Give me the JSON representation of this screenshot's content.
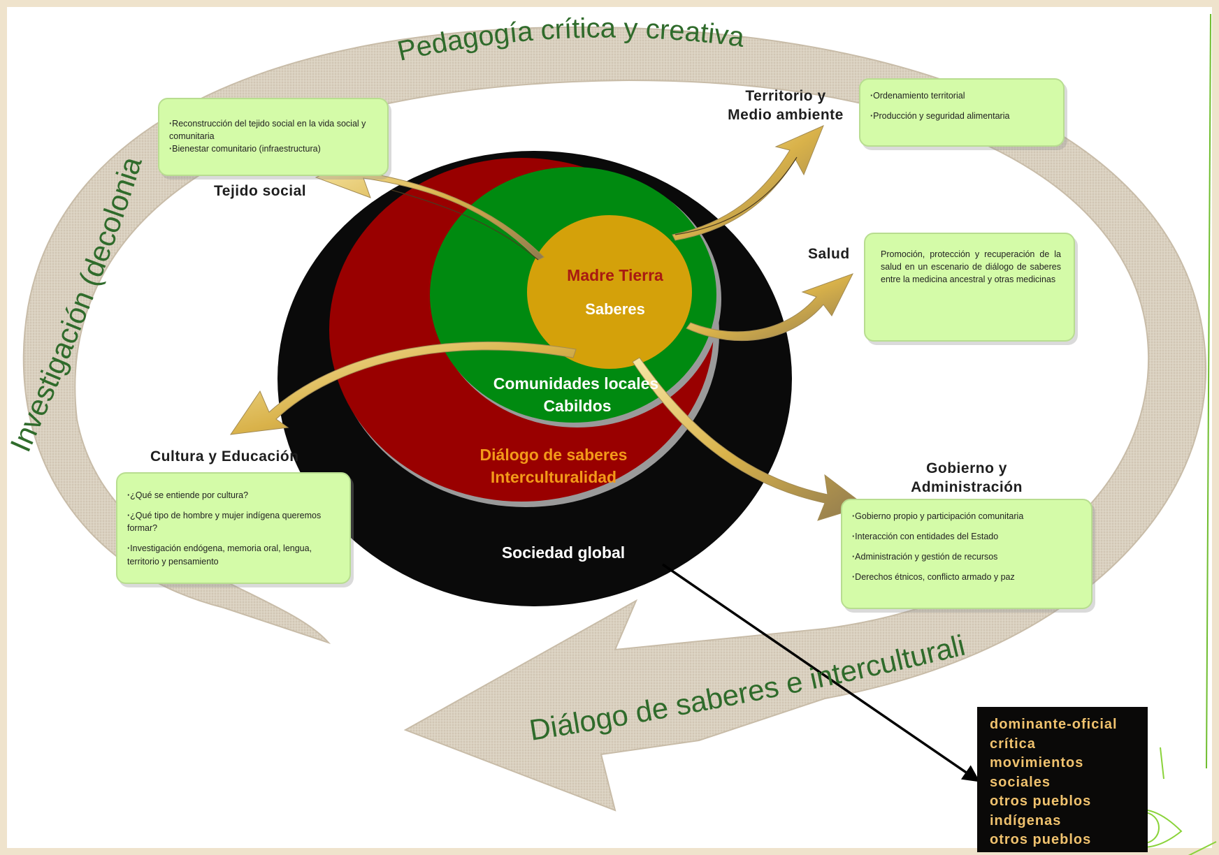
{
  "colors": {
    "background": "#f3ebdc",
    "ring_texture": "#d7cdbd",
    "ring_text": "#2f6b2b",
    "outer_black": "#0a0a0a",
    "red_disc": "#990000",
    "green_disc": "#008a10",
    "core_gold": "#d4a10a",
    "note_box": "#d4fba8",
    "actors_text": "#f0c26e",
    "orange_text": "#f39a19"
  },
  "ring": {
    "top_label": "Pedagogía crítica y creativa",
    "left_label": "Investigación (decolonial)",
    "bottom_label": "Diálogo de saberes e interculturalidad"
  },
  "circles": {
    "core_title": "Madre Tierra",
    "core_subtitle": "Saberes",
    "green_line1": "Comunidades locales",
    "green_line2": "Cabildos",
    "red_line1": "Diálogo de saberes",
    "red_line2": "Interculturalidad",
    "black_label": "Sociedad global"
  },
  "tejido": {
    "label": "Tejido social",
    "items": [
      "Reconstrucción del tejido social en la vida social y comunitaria",
      "Bienestar comunitario (infraestructura)"
    ]
  },
  "territorio": {
    "label_line1": "Territorio y",
    "label_line2": "Medio ambiente",
    "items": [
      "Ordenamiento territorial",
      "Producción y seguridad alimentaria"
    ]
  },
  "salud": {
    "label": "Salud",
    "text": "Promoción, protección y recuperación de la salud en un escenario de diálogo de saberes entre la medicina ancestral y otras medicinas"
  },
  "cultura": {
    "label": "Cultura y Educación",
    "items": [
      "¿Qué se entiende por cultura?",
      "¿Qué tipo de hombre y mujer indígena queremos formar?",
      "Investigación endógena, memoria oral, lengua, territorio y pensamiento"
    ]
  },
  "gobierno": {
    "label_line1": "Gobierno y",
    "label_line2": "Administración",
    "items": [
      "Gobierno propio y participación comunitaria",
      "Interacción con entidades del Estado",
      "Administración y gestión de recursos",
      "Derechos étnicos, conflicto armado y paz"
    ]
  },
  "actors": [
    "dominante-oficial",
    "crítica",
    "movimientos",
    "sociales",
    "otros pueblos",
    "indígenas",
    "otros pueblos"
  ]
}
